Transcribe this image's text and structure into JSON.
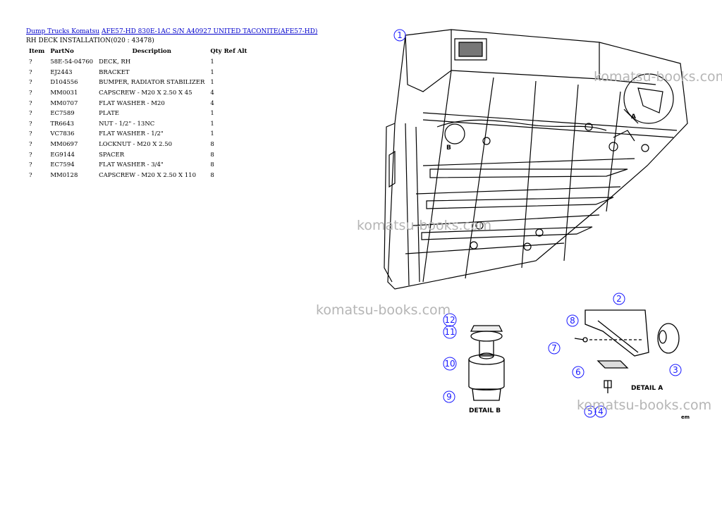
{
  "breadcrumb": {
    "link1": "Dump Trucks Komatsu",
    "link2": "AFE57-HD 830E-1AC S/N A40927 UNITED TACONITE(AFE57-HD)"
  },
  "subtitle": "RH DECK INSTALLATION(020 : 43478)",
  "table": {
    "headers": {
      "item": "Item",
      "partno": "PartNo",
      "description": "Description",
      "qty": "Qty",
      "ref": "Ref",
      "alt": "Alt"
    },
    "rows": [
      {
        "item": "?",
        "partno": "58E-54-04760",
        "description": "DECK, RH",
        "qty": "1"
      },
      {
        "item": "?",
        "partno": "EJ2443",
        "description": "BRACKET",
        "qty": "1"
      },
      {
        "item": "?",
        "partno": "D104556",
        "description": "BUMPER, RADIATOR STABILIZER",
        "qty": "1"
      },
      {
        "item": "?",
        "partno": "MM0031",
        "description": "CAPSCREW - M20 X 2.50 X 45",
        "qty": "4"
      },
      {
        "item": "?",
        "partno": "MM0707",
        "description": "FLAT WASHER - M20",
        "qty": "4"
      },
      {
        "item": "?",
        "partno": "EC7589",
        "description": "PLATE",
        "qty": "1"
      },
      {
        "item": "?",
        "partno": "TR6643",
        "description": "NUT - 1/2\" - 13NC",
        "qty": "1"
      },
      {
        "item": "?",
        "partno": "VC7836",
        "description": "FLAT WASHER - 1/2\"",
        "qty": "1"
      },
      {
        "item": "?",
        "partno": "MM0697",
        "description": "LOCKNUT - M20 X 2.50",
        "qty": "8"
      },
      {
        "item": "?",
        "partno": "EG9144",
        "description": "SPACER",
        "qty": "8"
      },
      {
        "item": "?",
        "partno": "EC7594",
        "description": "FLAT WASHER - 3/4\"",
        "qty": "8"
      },
      {
        "item": "?",
        "partno": "MM0128",
        "description": "CAPSCREW - M20 X 2.50 X 110",
        "qty": "8"
      }
    ]
  },
  "diagram": {
    "callouts": [
      "1",
      "2",
      "3",
      "4",
      "5",
      "6",
      "7",
      "8",
      "9",
      "10",
      "11",
      "12"
    ],
    "detail_a": "DETAIL A",
    "detail_b": "DETAIL B",
    "marker_a": "A",
    "marker_b": "B",
    "corner_code": "em"
  },
  "watermark": "komatsu-books.com",
  "colors": {
    "link": "#0000cc",
    "callout": "#1a1aff",
    "watermark": "#b5b5b5"
  }
}
